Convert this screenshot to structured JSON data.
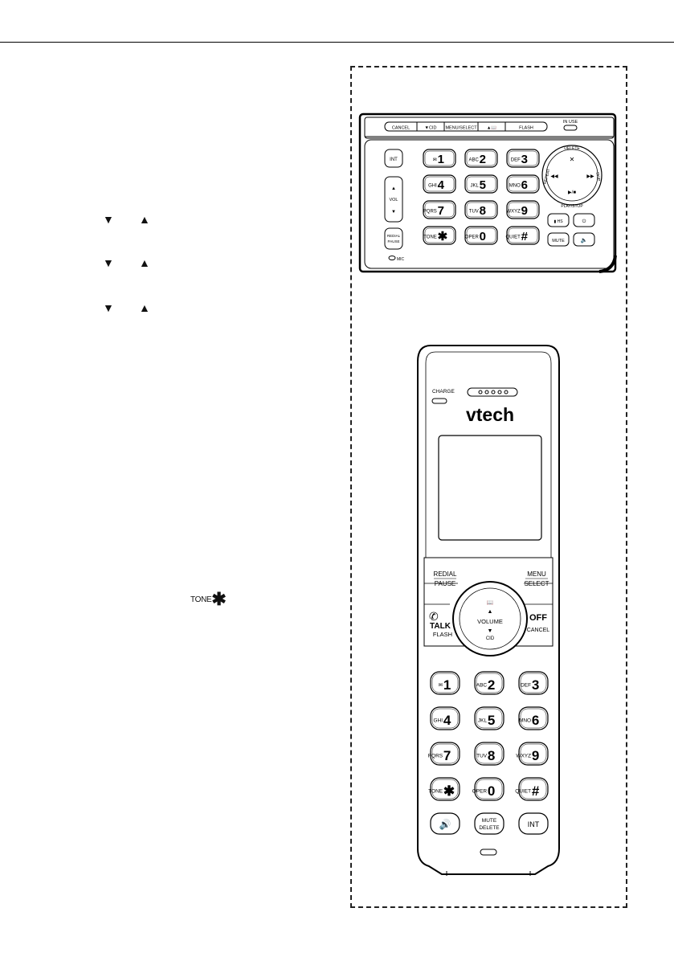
{
  "left_column": {
    "arrow_rows": [
      {
        "down": "▼",
        "up": "▲"
      },
      {
        "down": "▼",
        "up": "▲"
      },
      {
        "down": "▼",
        "up": "▲"
      }
    ],
    "tone_key": {
      "label": "TONE",
      "symbol": "✱"
    }
  },
  "base_unit": {
    "top_keys": [
      "CANCEL",
      "▼CID",
      "MENU/SELECT",
      "▲📖",
      "FLASH"
    ],
    "in_use_label": "IN USE",
    "side_keys": {
      "int": "INT",
      "vol": "VOL",
      "redial": "REDIAL",
      "pause": "PAUSE"
    },
    "mic_label": "MIC",
    "dial_keys": [
      {
        "letters": "✉",
        "digit": "1"
      },
      {
        "letters": "ABC",
        "digit": "2"
      },
      {
        "letters": "DEF",
        "digit": "3"
      },
      {
        "letters": "GHI",
        "digit": "4"
      },
      {
        "letters": "JKL",
        "digit": "5"
      },
      {
        "letters": "MNO",
        "digit": "6"
      },
      {
        "letters": "PQRS",
        "digit": "7"
      },
      {
        "letters": "TUV",
        "digit": "8"
      },
      {
        "letters": "WXYZ",
        "digit": "9"
      },
      {
        "letters": "TONE",
        "digit": "✱"
      },
      {
        "letters": "OPER",
        "digit": "0"
      },
      {
        "letters": "QUIET",
        "digit": "#"
      }
    ],
    "nav_ring": {
      "top": "DELETE",
      "bottom": "PLAY/STOP",
      "left": "REPEAT",
      "right": "SKIP"
    },
    "mute_label": "MUTE"
  },
  "handset": {
    "charge_label": "CHARGE",
    "brand": "vtech",
    "redial": "REDIAL",
    "pause": "PAUSE",
    "menu": "MENU",
    "select": "SELECT",
    "talk": "TALK",
    "flash": "FLASH",
    "off": "OFF",
    "cancel": "CANCEL",
    "volume": "VOLUME",
    "cid": "CID",
    "dial_keys": [
      {
        "letters": "✉",
        "digit": "1"
      },
      {
        "letters": "ABC",
        "digit": "2"
      },
      {
        "letters": "DEF",
        "digit": "3"
      },
      {
        "letters": "GHI",
        "digit": "4"
      },
      {
        "letters": "JKL",
        "digit": "5"
      },
      {
        "letters": "MNO",
        "digit": "6"
      },
      {
        "letters": "PQRS",
        "digit": "7"
      },
      {
        "letters": "TUV",
        "digit": "8"
      },
      {
        "letters": "WXYZ",
        "digit": "9"
      },
      {
        "letters": "TONE",
        "digit": "✱"
      },
      {
        "letters": "OPER",
        "digit": "0"
      },
      {
        "letters": "QUIET",
        "digit": "#"
      }
    ],
    "bottom_keys": {
      "speaker": "🔊",
      "mute": "MUTE",
      "delete": "DELETE",
      "int": "INT"
    }
  }
}
